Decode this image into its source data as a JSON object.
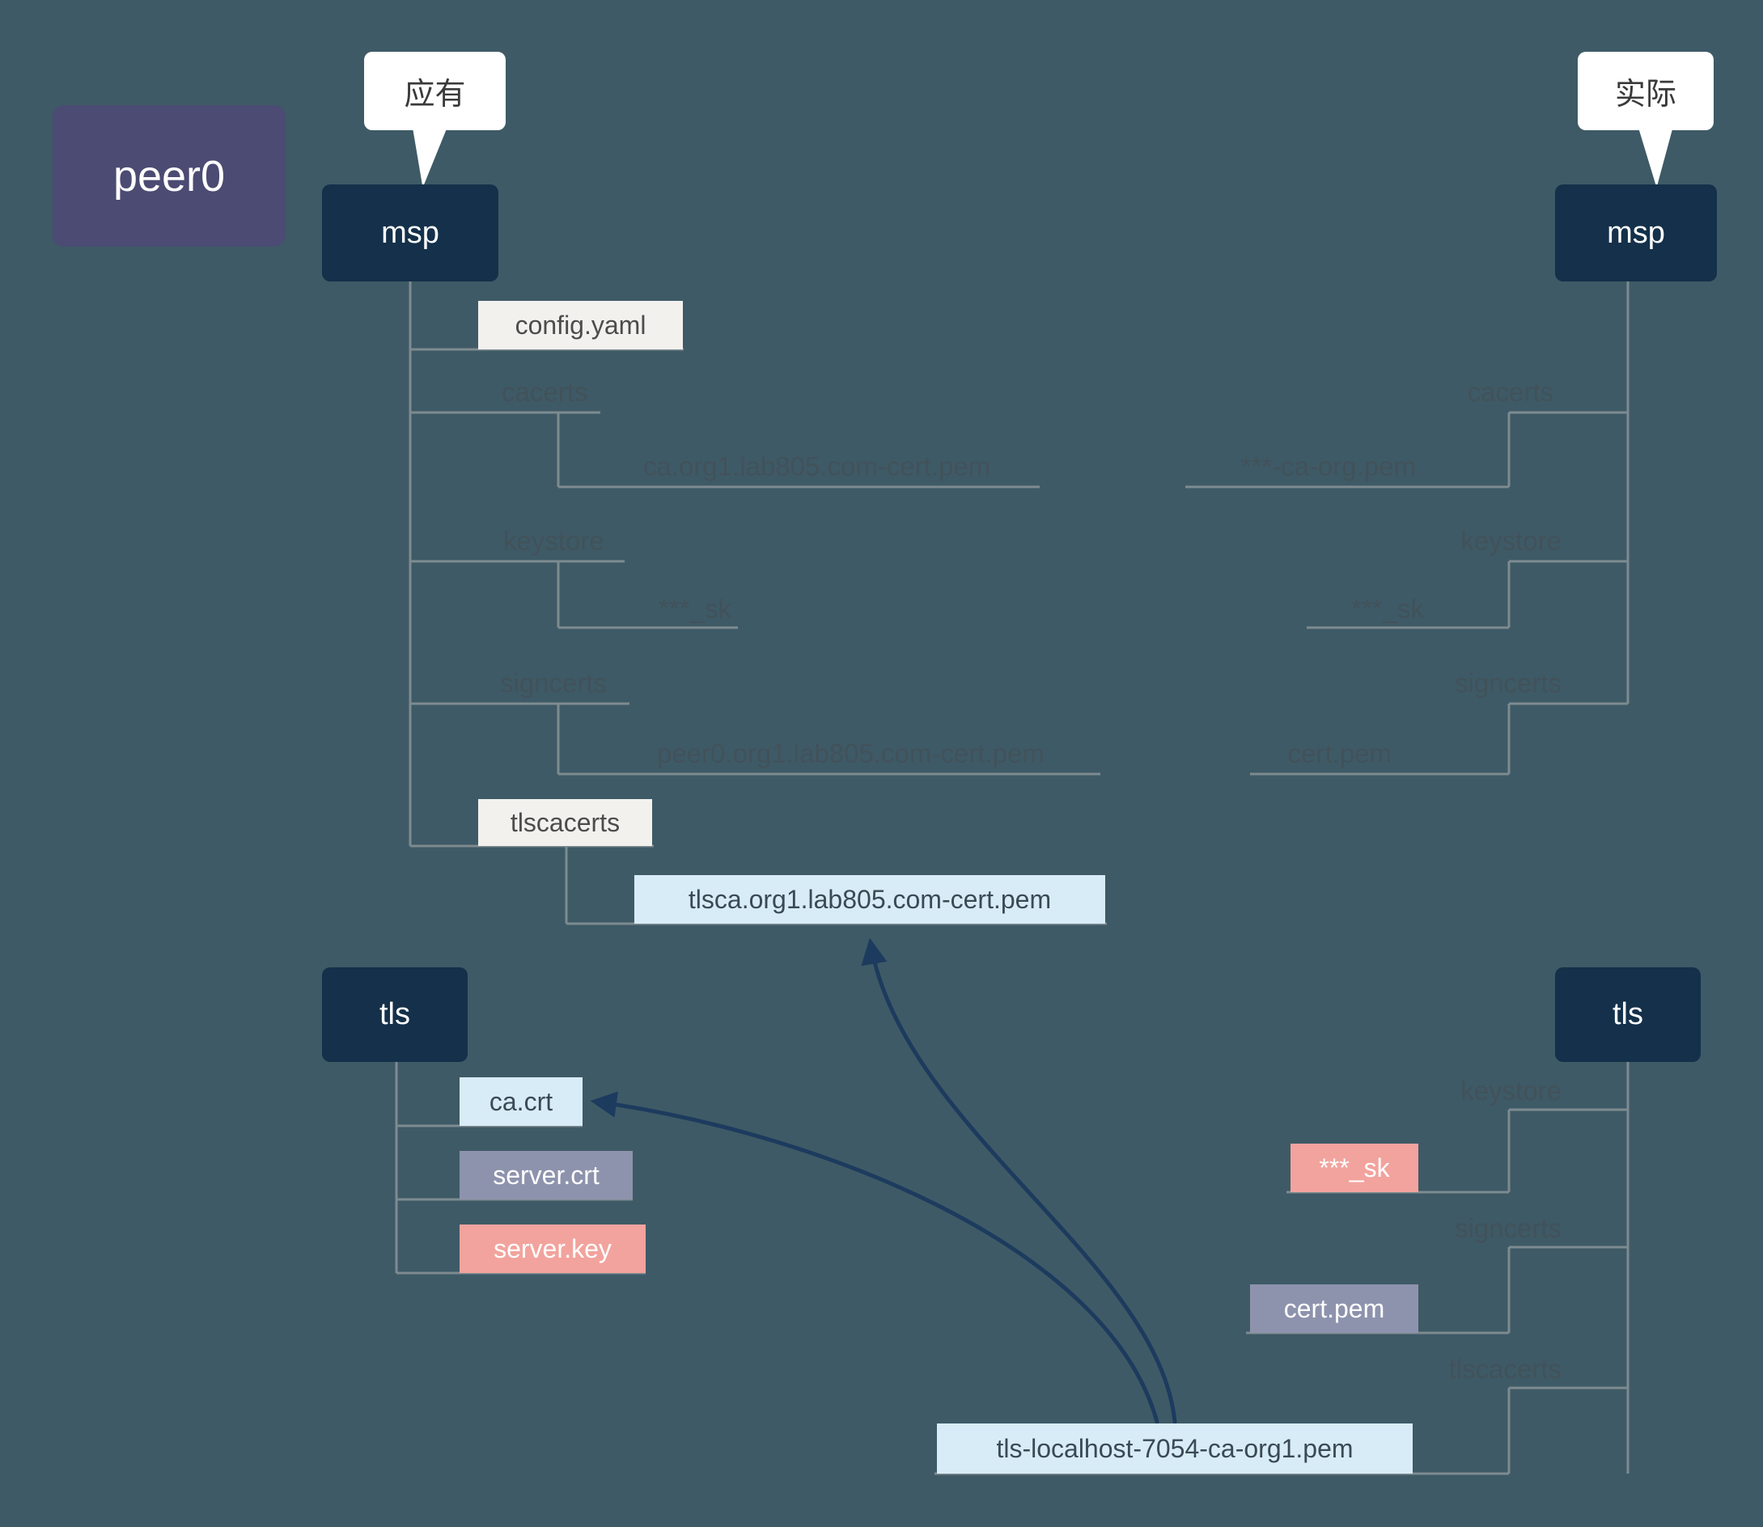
{
  "colors": {
    "background": "#3e5a66",
    "peer_box": "#4b4b73",
    "directory_box": "#14304a",
    "highlight_white": "#f2f1ee",
    "highlight_blue": "#d8ecf8",
    "highlight_violet": "#8e93ad",
    "highlight_pink": "#f2a39d",
    "muted_text": "#42525a",
    "connector_line": "#7d8b90",
    "arrow": "#1d3b5e"
  },
  "peer": {
    "label": "peer0"
  },
  "callouts": {
    "expected": "应有",
    "actual": "实际"
  },
  "expected": {
    "msp": {
      "label": "msp",
      "config": "config.yaml",
      "cacerts": "cacerts",
      "cacerts_file": "ca.org1.lab805.com-cert.pem",
      "keystore": "keystore",
      "keystore_file": "***_sk",
      "signcerts": "signcerts",
      "signcerts_file": "peer0.org1.lab805.com-cert.pem",
      "tlscacerts": "tlscacerts",
      "tlscacerts_file": "tlsca.org1.lab805.com-cert.pem"
    },
    "tls": {
      "label": "tls",
      "ca_crt": "ca.crt",
      "server_crt": "server.crt",
      "server_key": "server.key"
    }
  },
  "actual": {
    "msp": {
      "label": "msp",
      "cacerts": "cacerts",
      "cacerts_file": "***-ca-org.pem",
      "keystore": "keystore",
      "keystore_file": "***_sk",
      "signcerts": "signcerts",
      "signcerts_file": "cert.pem"
    },
    "tls": {
      "label": "tls",
      "keystore": "keystore",
      "keystore_file": "***_sk",
      "signcerts": "signcerts",
      "signcerts_file": "cert.pem",
      "tlscacerts": "tlscacerts",
      "tlscacerts_file": "tls-localhost-7054-ca-org1.pem"
    }
  }
}
